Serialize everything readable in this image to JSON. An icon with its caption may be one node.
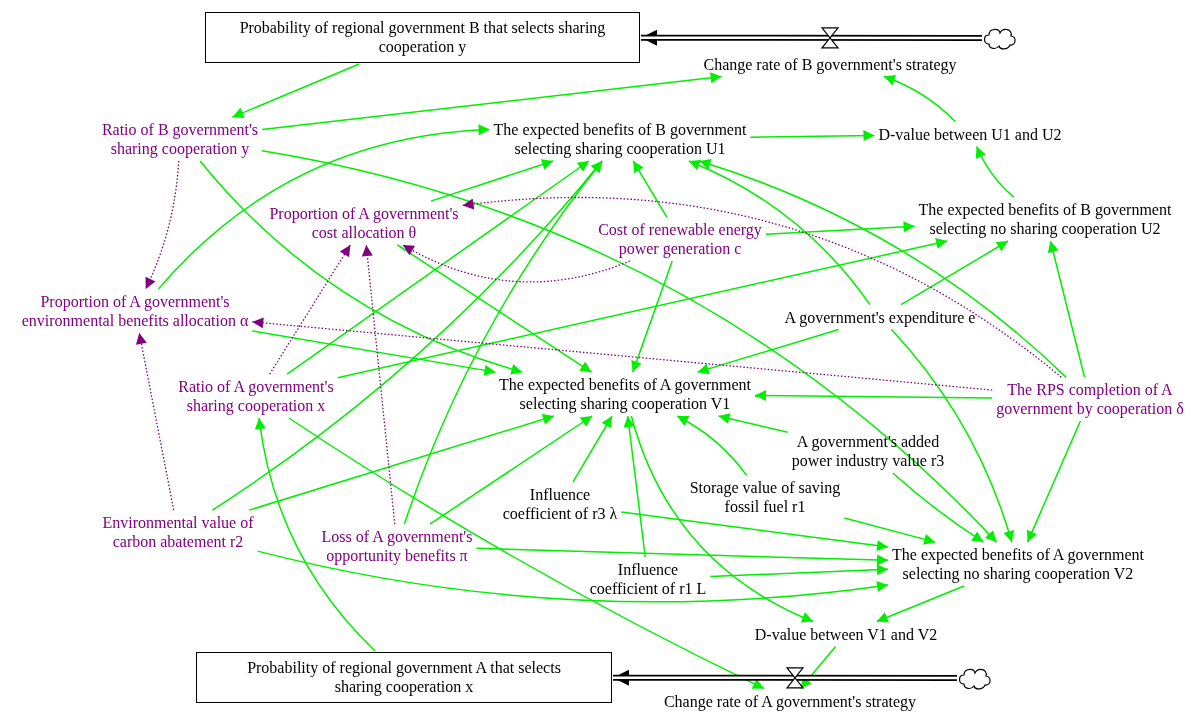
{
  "diagram": {
    "nodes": [
      {
        "text": [
          "Probability of regional government B that selects sharing cooperation y"
        ]
      },
      {
        "text": [],
        "shape": "cloud"
      },
      {
        "text": [
          "Change rate of B government's strategy"
        ]
      },
      {
        "text": [
          "Ratio of B government's sharing cooperation y"
        ]
      },
      {
        "text": [
          "The expected benefits of B government selecting sharing cooperation U1"
        ]
      },
      {
        "text": [
          "D-value between U1 and U2"
        ]
      },
      {
        "text": [
          "Proportion of A government's cost allocation θ"
        ]
      },
      {
        "text": [
          "Cost of renewable energy power generation c"
        ]
      },
      {
        "text": [
          "The expected benefits of B government selecting no sharing cooperation U2"
        ]
      },
      {
        "text": [
          "Proportion of A government's environmental benefits allocation α"
        ]
      },
      {
        "text": [
          "A government's expenditure e"
        ]
      },
      {
        "text": [
          "Ratio of A government's sharing cooperation x"
        ]
      },
      {
        "text": [
          "The expected benefits of A government selecting sharing cooperation V1"
        ]
      },
      {
        "text": [
          "The RPS completion of A government by cooperation δ"
        ]
      },
      {
        "text": [
          "A government's added power industry value r3"
        ]
      },
      {
        "text": [
          "Influence coefficient of r3 λ"
        ]
      },
      {
        "text": [
          "Storage value of saving fossil fuel r1"
        ]
      },
      {
        "text": [
          "Environmental value of carbon abatement r2"
        ]
      },
      {
        "text": [
          "Loss of A government's opportunity benefits π"
        ]
      },
      {
        "text": [
          "Influence coefficient of r1 L"
        ]
      },
      {
        "text": [
          "The expected benefits of A government selecting no sharing cooperation V2"
        ]
      },
      {
        "text": [
          "D-value between V1 and V2"
        ]
      },
      {
        "text": [
          "Probability of regional government A that selects sharing cooperation x"
        ]
      },
      {
        "text": [],
        "shape": "cloud"
      },
      {
        "text": [
          "Change rate of A government's strategy"
        ]
      }
    ],
    "edges": [
      {
        "from": 1,
        "to": 0,
        "arrow": "to",
        "style": "thick",
        "color": "#000000"
      },
      {
        "from": 0,
        "to": 3,
        "arrow": "to"
      },
      {
        "from": 3,
        "to": 2,
        "arrow": "to"
      },
      {
        "from": 5,
        "to": 2,
        "arrow": "to"
      },
      {
        "from": 4,
        "to": 5,
        "arrow": "to"
      },
      {
        "from": 8,
        "to": 5,
        "arrow": "to"
      },
      {
        "from": 7,
        "to": 4,
        "arrow": "to"
      },
      {
        "from": 7,
        "to": 8,
        "arrow": "to"
      },
      {
        "from": 7,
        "to": 12,
        "arrow": "to"
      },
      {
        "from": 6,
        "to": 4,
        "arrow": "to"
      },
      {
        "from": 9,
        "to": 4,
        "arrow": "to"
      },
      {
        "from": 11,
        "to": 4,
        "arrow": "to"
      },
      {
        "from": 17,
        "to": 4,
        "arrow": "to"
      },
      {
        "from": 18,
        "to": 4,
        "arrow": "to"
      },
      {
        "from": 10,
        "to": 4,
        "arrow": "to"
      },
      {
        "from": 13,
        "to": 4,
        "arrow": "to"
      },
      {
        "from": 10,
        "to": 8,
        "arrow": "to"
      },
      {
        "from": 13,
        "to": 8,
        "arrow": "to"
      },
      {
        "from": 11,
        "to": 8,
        "arrow": "to"
      },
      {
        "from": 3,
        "to": 12,
        "arrow": "to"
      },
      {
        "from": 3,
        "to": 20,
        "arrow": "to"
      },
      {
        "from": 6,
        "to": 12,
        "arrow": "to"
      },
      {
        "from": 9,
        "to": 12,
        "arrow": "to"
      },
      {
        "from": 17,
        "to": 12,
        "arrow": "to"
      },
      {
        "from": 18,
        "to": 12,
        "arrow": "to"
      },
      {
        "from": 15,
        "to": 12,
        "arrow": "to"
      },
      {
        "from": 19,
        "to": 12,
        "arrow": "to"
      },
      {
        "from": 16,
        "to": 12,
        "arrow": "to"
      },
      {
        "from": 14,
        "to": 12,
        "arrow": "to"
      },
      {
        "from": 13,
        "to": 12,
        "arrow": "to"
      },
      {
        "from": 10,
        "to": 12,
        "arrow": "to"
      },
      {
        "from": 11,
        "to": 24,
        "arrow": "to"
      },
      {
        "from": 22,
        "to": 11,
        "arrow": "to"
      },
      {
        "from": 15,
        "to": 20,
        "arrow": "to"
      },
      {
        "from": 16,
        "to": 20,
        "arrow": "to"
      },
      {
        "from": 18,
        "to": 20,
        "arrow": "to"
      },
      {
        "from": 19,
        "to": 20,
        "arrow": "to"
      },
      {
        "from": 17,
        "to": 20,
        "arrow": "to"
      },
      {
        "from": 14,
        "to": 20,
        "arrow": "to"
      },
      {
        "from": 10,
        "to": 20,
        "arrow": "to"
      },
      {
        "from": 13,
        "to": 20,
        "arrow": "to"
      },
      {
        "from": 12,
        "to": 21,
        "arrow": "to"
      },
      {
        "from": 20,
        "to": 21,
        "arrow": "to"
      },
      {
        "from": 21,
        "to": 24,
        "arrow": "to"
      },
      {
        "from": 23,
        "to": 22,
        "arrow": "to",
        "style": "thick",
        "color": "#000000"
      },
      {
        "from": 3,
        "to": 9,
        "arrow": "to",
        "style": "dashed",
        "color": "#800080"
      },
      {
        "from": 17,
        "to": 9,
        "arrow": "to",
        "style": "dashed",
        "color": "#800080"
      },
      {
        "from": 11,
        "to": 6,
        "arrow": "to",
        "style": "dashed",
        "color": "#800080"
      },
      {
        "from": 18,
        "to": 6,
        "arrow": "to",
        "style": "dashed",
        "color": "#800080"
      },
      {
        "from": 7,
        "to": 6,
        "arrow": "to",
        "style": "dashed",
        "color": "#800080"
      },
      {
        "from": 13,
        "to": 6,
        "arrow": "to",
        "style": "dashed",
        "color": "#800080"
      },
      {
        "from": 13,
        "to": 9,
        "arrow": "to",
        "style": "dashed",
        "color": "#800080"
      }
    ]
  }
}
